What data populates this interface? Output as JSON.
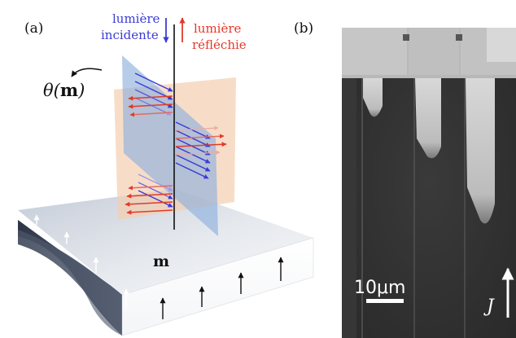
{
  "panel_a": {
    "label": "(a)",
    "incident_line1": "lumière",
    "incident_line2": "incidente",
    "reflected_line1": "lumière",
    "reflected_line2": "réfléchie",
    "theta_label": "θ(",
    "theta_m": "m",
    "theta_close": ")",
    "m_label": "m",
    "colors": {
      "incident": "#3b3bd6",
      "reflected": "#e23a2a",
      "plane_blue": "#8fb0dd",
      "plane_orange": "#f3cfb0"
    }
  },
  "panel_b": {
    "label": "(b)",
    "scale_bar_label": "10μm",
    "current_label": "J"
  }
}
